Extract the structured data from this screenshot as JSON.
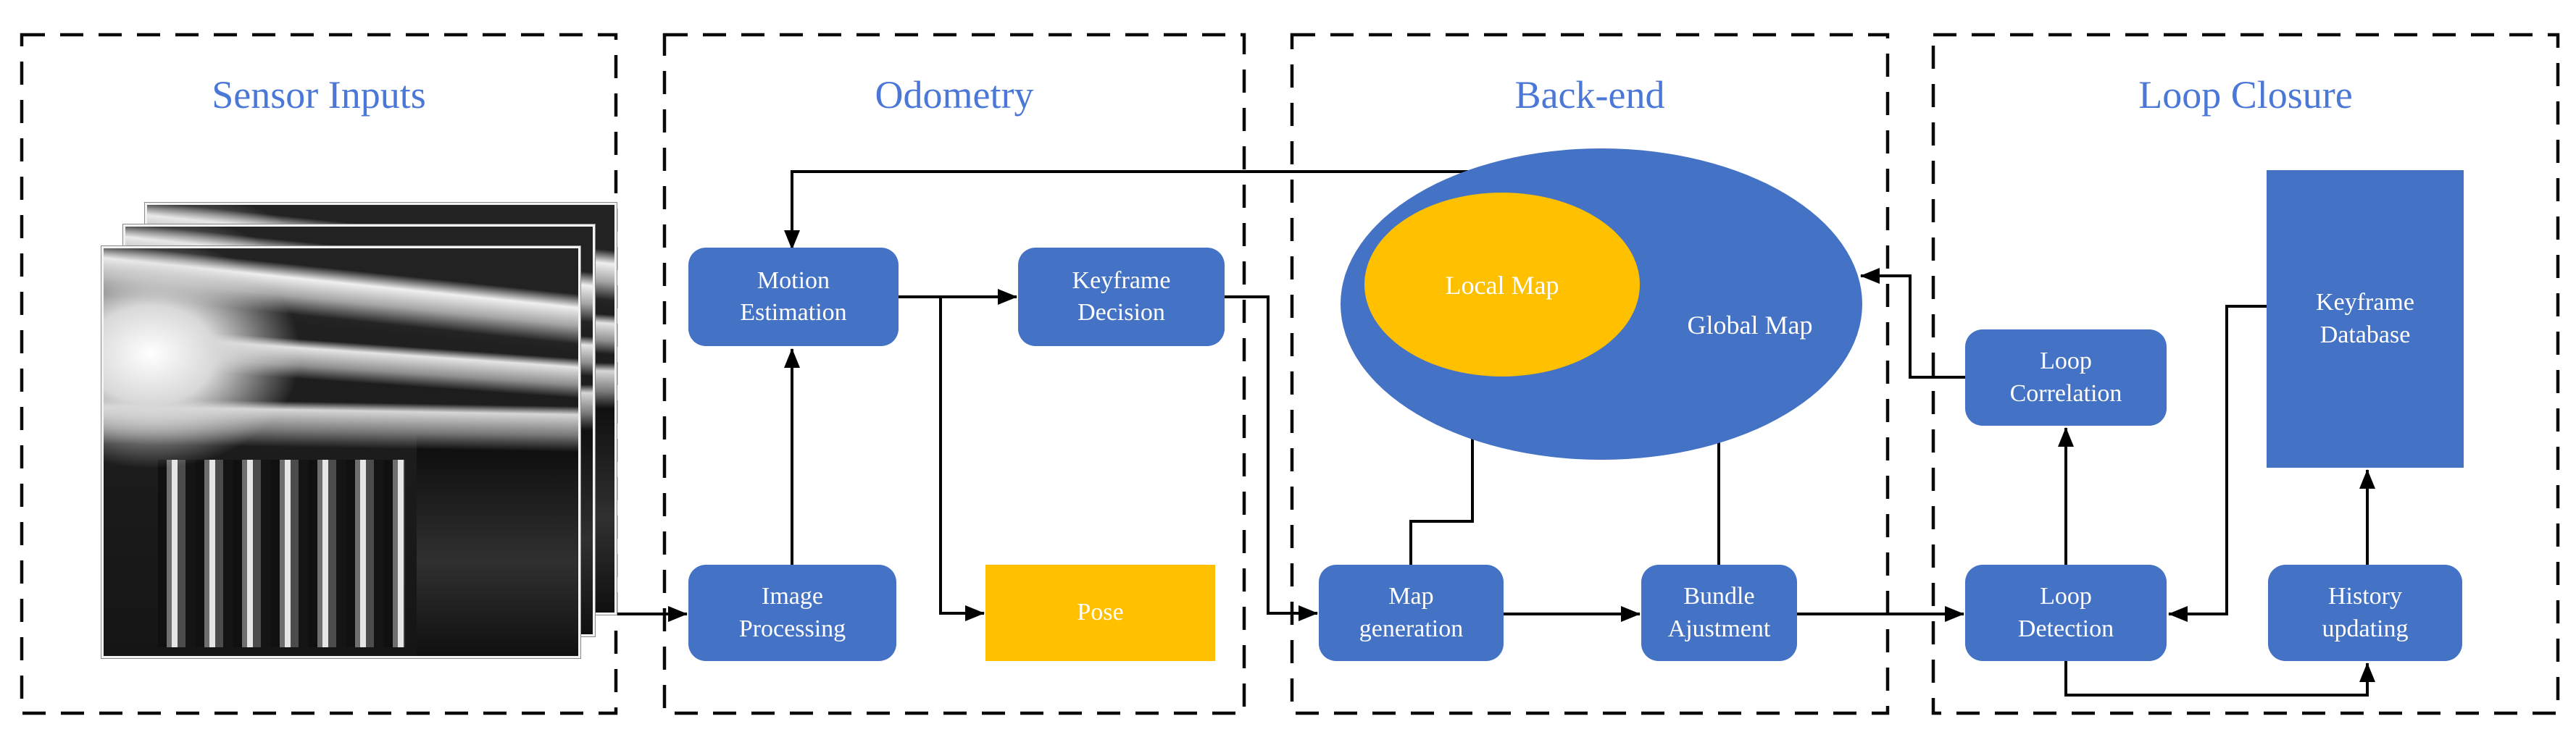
{
  "diagram": {
    "sections": [
      {
        "name": "sensor-inputs",
        "title": "Sensor Inputs"
      },
      {
        "name": "odometry",
        "title": "Odometry"
      },
      {
        "name": "back-end",
        "title": "Back-end"
      },
      {
        "name": "loop-closure",
        "title": "Loop Closure"
      }
    ],
    "nodes": {
      "motion_estimation": "Motion\nEstimation",
      "keyframe_decision": "Keyframe\nDecision",
      "image_processing": "Image\nProcessing",
      "pose": "Pose",
      "map_generation": "Map\ngeneration",
      "bundle_adjustment": "Bundle\nAjustment",
      "local_map": "Local Map",
      "global_map": "Global Map",
      "loop_correlation": "Loop\nCorrelation",
      "loop_detection": "Loop\nDetection",
      "history_updating": "History\nupdating",
      "keyframe_database": "Keyframe\nDatabase"
    },
    "colors": {
      "node_blue": "#4472C4",
      "accent_yellow": "#FFC000",
      "title_blue": "#4B77D6",
      "line_black": "#000000"
    }
  }
}
